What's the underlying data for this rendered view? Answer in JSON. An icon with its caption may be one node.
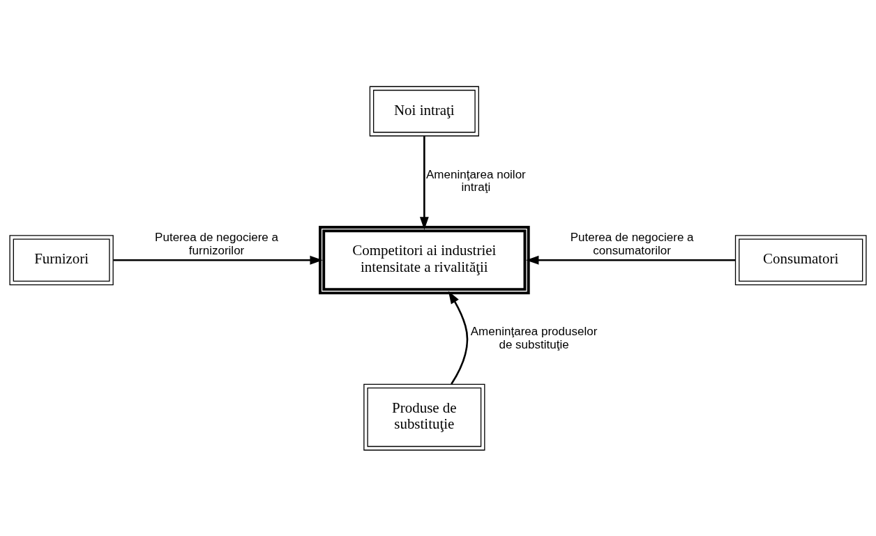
{
  "diagram": {
    "nodes": [
      {
        "text": [
          "Noi intraţi"
        ]
      },
      {
        "text": [
          "Furnizori"
        ]
      },
      {
        "text": [
          "Competitori ai industriei intensitate a rivalităţii"
        ]
      },
      {
        "text": [
          "Consumatori"
        ]
      },
      {
        "text": [
          "Produse de substituţie"
        ]
      }
    ],
    "edges": [
      {
        "from": 0,
        "to": 2,
        "arrow": "to",
        "label": "Ameninţarea noilor intraţi"
      },
      {
        "from": 1,
        "to": 2,
        "arrow": "to",
        "label": "Puterea de negociere a furnizorilor"
      },
      {
        "from": 3,
        "to": 2,
        "arrow": "to",
        "label": "Puterea de negociere a consumatorilor"
      },
      {
        "from": 4,
        "to": 2,
        "arrow": "to",
        "label": "Ameninţarea produselor de substituţie"
      }
    ]
  }
}
